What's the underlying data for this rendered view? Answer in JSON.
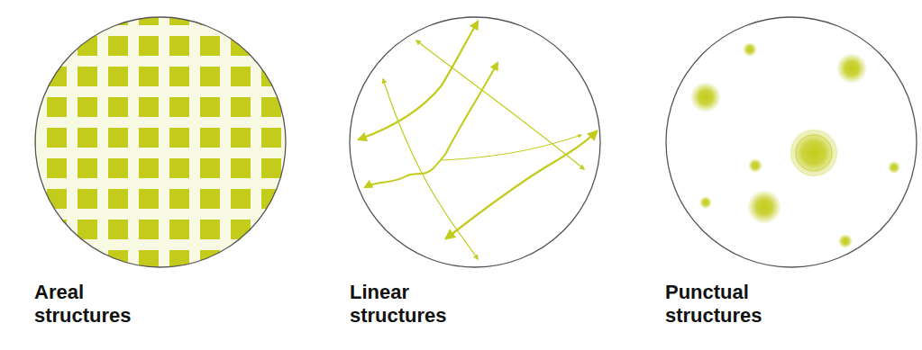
{
  "diagram": {
    "nodes": [
      {
        "text": [
          "Areal structures"
        ]
      },
      {
        "text": [
          "Linear structures"
        ]
      },
      {
        "text": [
          "Punctual structures"
        ]
      }
    ]
  }
}
